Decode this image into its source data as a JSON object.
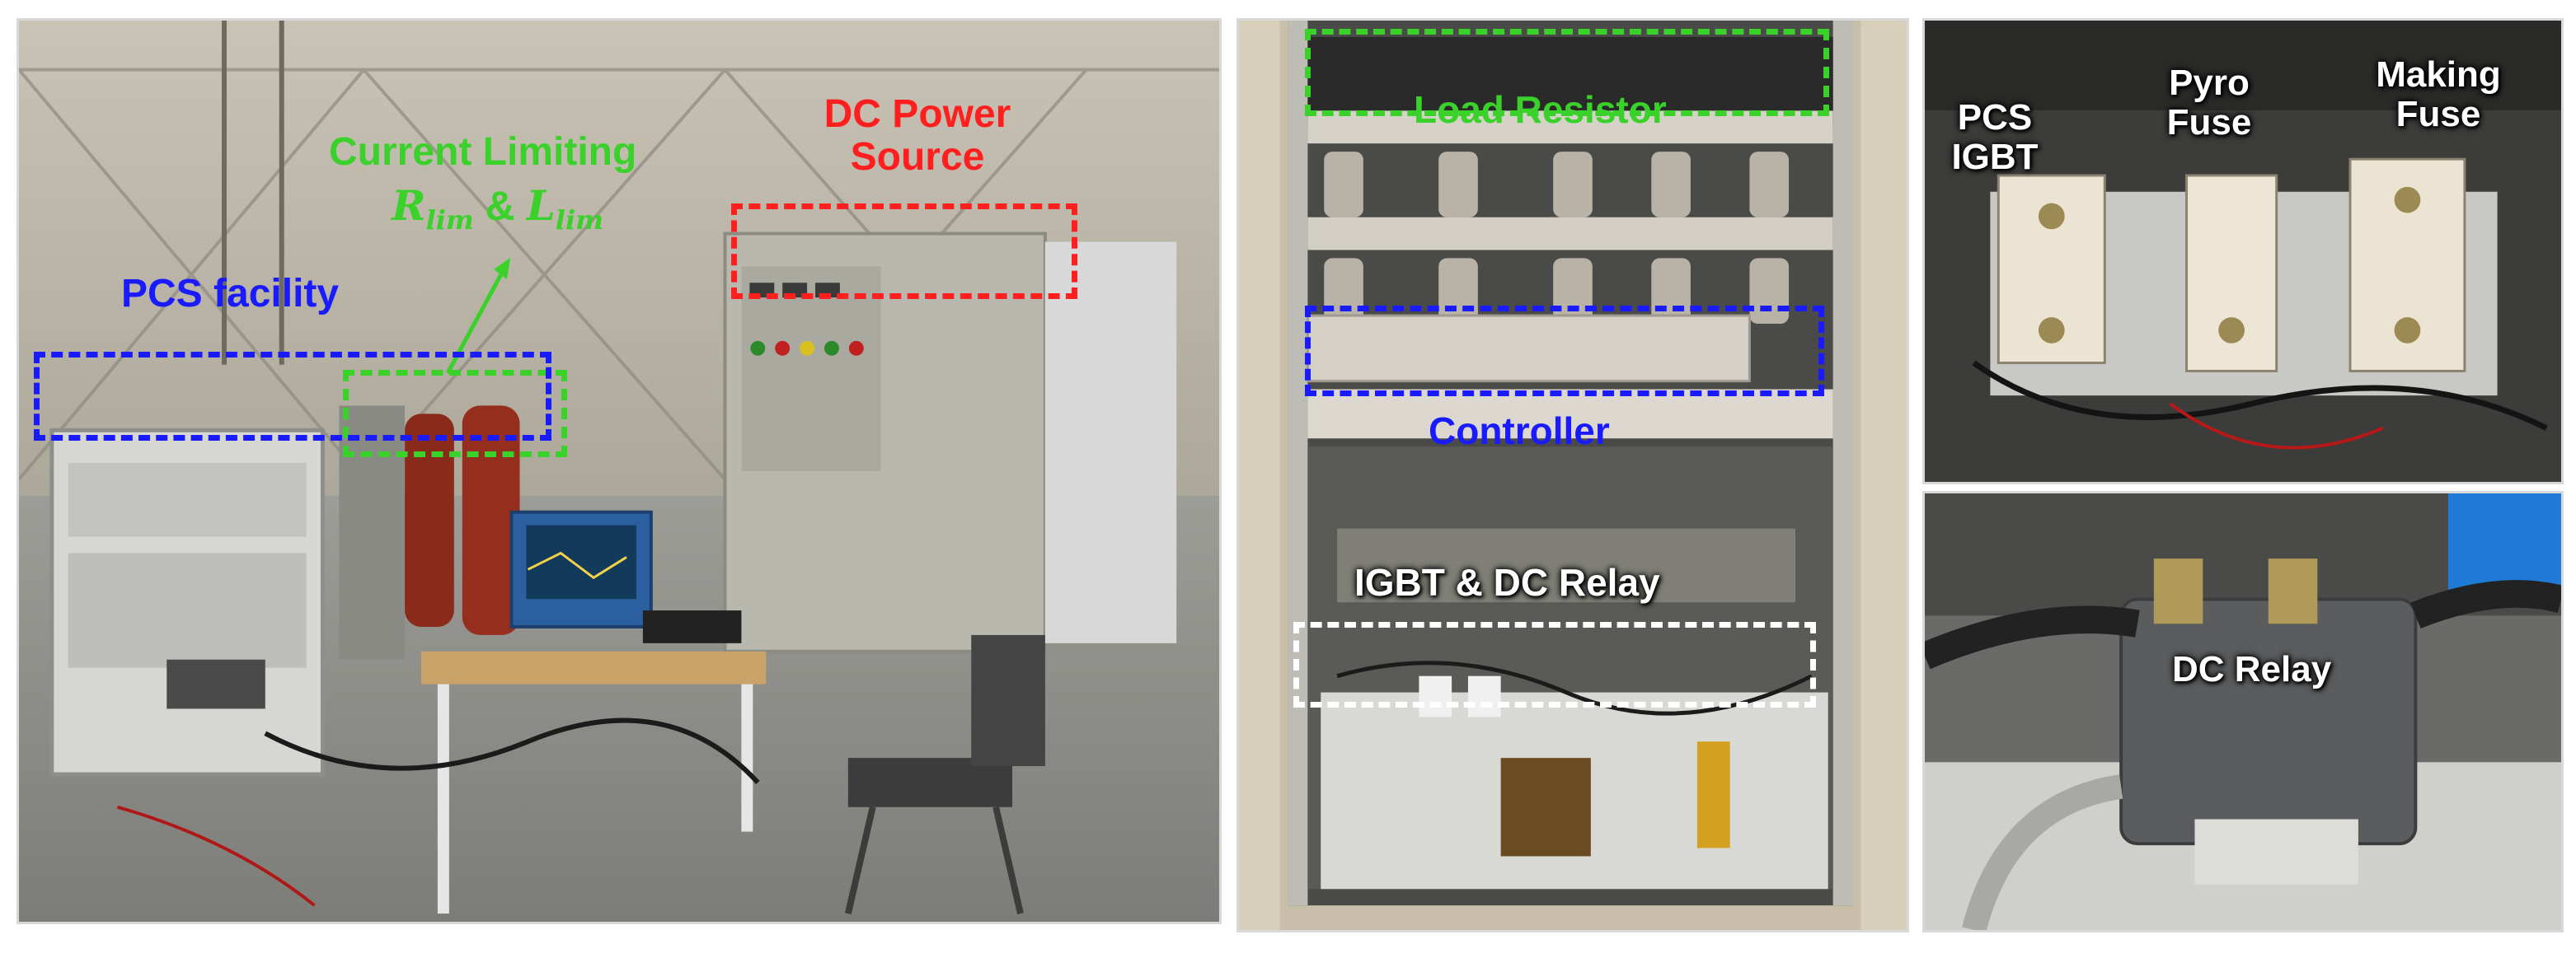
{
  "colors": {
    "green": "#3ad12b",
    "red": "#ff1f1f",
    "blue": "#1a1aff",
    "white": "#ffffff"
  },
  "panel_left": {
    "labels": {
      "dc_power_line1": "DC Power",
      "dc_power_line2": "Source",
      "current_limiting": "Current Limiting",
      "r_lim": "R",
      "r_sub": "lim",
      "amp": " & ",
      "l_lim": "L",
      "l_sub": "lim",
      "pcs_facility": "PCS facility"
    }
  },
  "panel_middle": {
    "labels": {
      "load_resistor": "Load Resistor",
      "controller": "Controller",
      "igbt_dc_relay": "IGBT & DC Relay"
    }
  },
  "panel_top_right": {
    "labels": {
      "pcs_line1": "PCS",
      "pcs_line2": "IGBT",
      "pyro_line1": "Pyro",
      "pyro_line2": "Fuse",
      "making_line1": "Making",
      "making_line2": "Fuse"
    }
  },
  "panel_bottom_right": {
    "labels": {
      "dc_relay": "DC Relay"
    }
  }
}
